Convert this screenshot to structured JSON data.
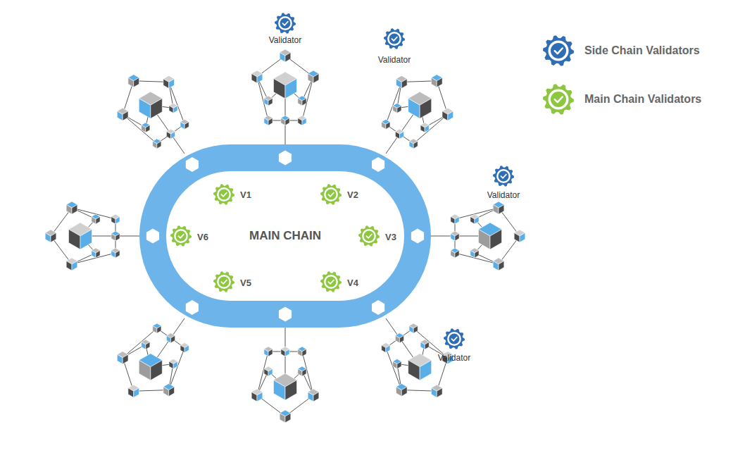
{
  "diagram": {
    "nodes": [
      {
        "text": [
          "MAIN CHAIN"
        ]
      }
    ],
    "labels": [
      "Validator",
      "Validator",
      "V1",
      "V2",
      "Validator",
      "V6",
      "V3",
      "V5",
      "V4",
      "Validator"
    ],
    "legend": [
      {
        "text": "Side Chain Validators"
      },
      {
        "text": "Main Chain Validators"
      }
    ]
  }
}
